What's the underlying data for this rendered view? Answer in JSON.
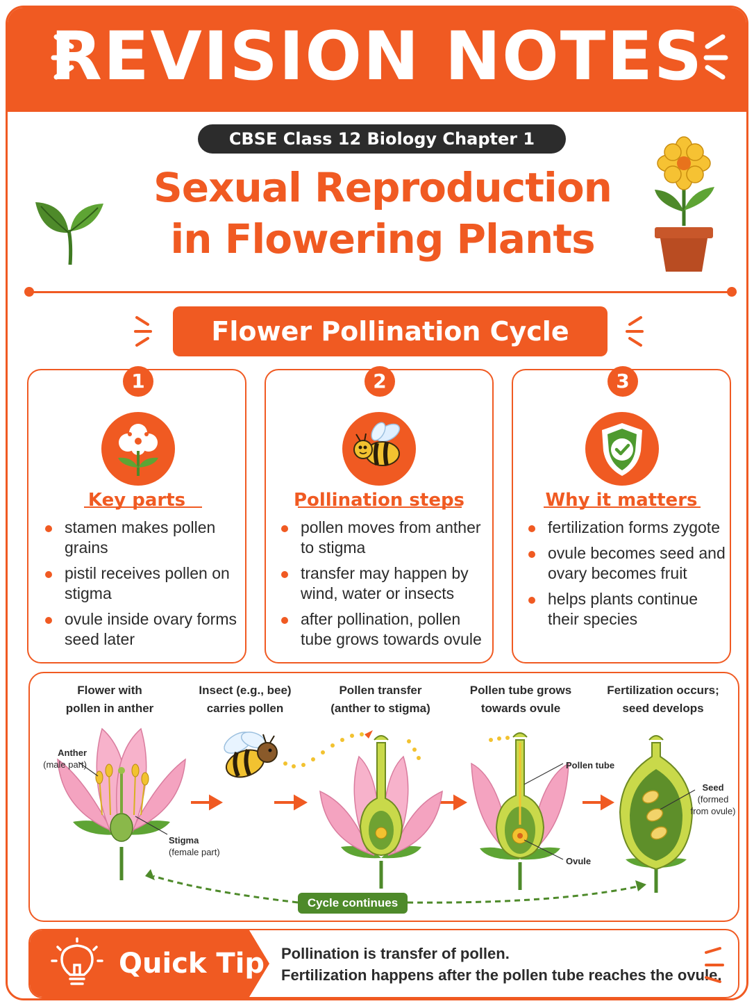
{
  "header": {
    "title": "REVISION NOTES"
  },
  "subtitle_pill": "CBSE Class 12 Biology Chapter 1",
  "main_title": {
    "line1": "Sexual Reproduction",
    "line2": "in Flowering Plants"
  },
  "section_title": "Flower Pollination Cycle",
  "cards": [
    {
      "number": "1",
      "icon": "flower-icon",
      "title": "Key parts",
      "bullets": [
        "stamen makes pollen grains",
        "pistil receives pollen on stigma",
        "ovule inside ovary forms seed later"
      ]
    },
    {
      "number": "2",
      "icon": "bee-icon",
      "title": "Pollination steps",
      "bullets": [
        "pollen moves from anther to stigma",
        "transfer may happen by wind, water or insects",
        "after pollination, pollen tube grows towards ovule"
      ]
    },
    {
      "number": "3",
      "icon": "shield-check-icon",
      "title": "Why it matters",
      "bullets": [
        "fertilization forms zygote",
        "ovule becomes seed and ovary becomes fruit",
        "helps plants continue their species"
      ]
    }
  ],
  "diagram": {
    "steps": [
      {
        "line1": "Flower with",
        "line2": "pollen in anther"
      },
      {
        "line1": "Insect (e.g., bee)",
        "line2": "carries pollen"
      },
      {
        "line1": "Pollen transfer",
        "line2": "(anther to stigma)"
      },
      {
        "line1": "Pollen tube grows",
        "line2": "towards ovule"
      },
      {
        "line1": "Fertilization occurs;",
        "line2": "seed develops"
      }
    ],
    "labels": {
      "anther": "Anther",
      "anther_note": "(male part)",
      "stigma": "Stigma",
      "stigma_note": "(female part)",
      "pollen_tube": "Pollen tube",
      "ovule": "Ovule",
      "seed": "Seed",
      "seed_note1": "(formed",
      "seed_note2": "from ovule)"
    },
    "cycle_label": "Cycle continues"
  },
  "quick_tip": {
    "label": "Quick Tip",
    "line1": "Pollination is transfer of pollen.",
    "line2": "Fertilization happens after the pollen tube reaches the ovule."
  },
  "colors": {
    "accent": "#f05a22",
    "dark": "#2c2c2c",
    "green": "#4e8a2a",
    "petal": "#f4a3c0",
    "yellow": "#f2c230"
  }
}
